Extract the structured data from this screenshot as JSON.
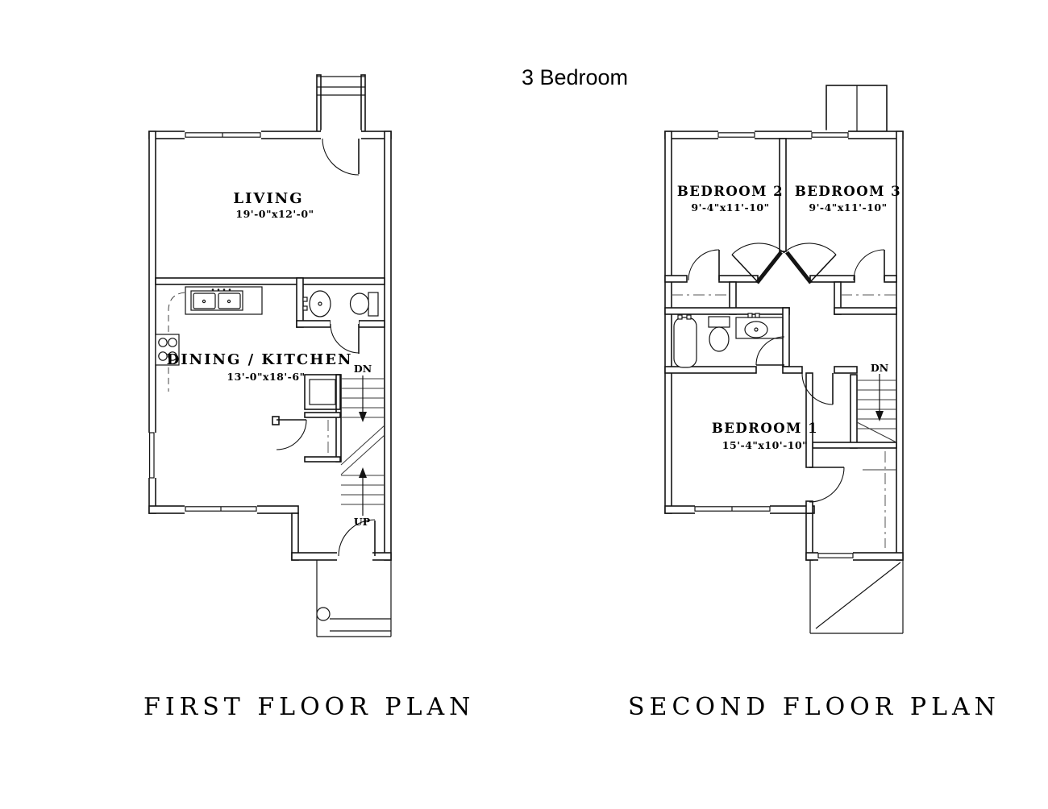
{
  "title": "3 Bedroom",
  "first_floor": {
    "title": "FIRST FLOOR PLAN",
    "rooms": [
      {
        "name": "LIVING",
        "dims": "19'-0\"x12'-0\""
      },
      {
        "name": "DINING / KITCHEN",
        "dims": "13'-0\"x18'-6\""
      }
    ],
    "stair_down_label": "DN",
    "stair_up_label": "UP"
  },
  "second_floor": {
    "title": "SECOND FLOOR PLAN",
    "rooms": [
      {
        "name": "BEDROOM 2",
        "dims": "9'-4\"x11'-10\""
      },
      {
        "name": "BEDROOM 3",
        "dims": "9'-4\"x11'-10\""
      },
      {
        "name": "BEDROOM 1",
        "dims": "15'-4\"x10'-10\""
      }
    ],
    "stair_down_label": "DN"
  },
  "colors": {
    "line": "#141414",
    "background": "#ffffff"
  }
}
